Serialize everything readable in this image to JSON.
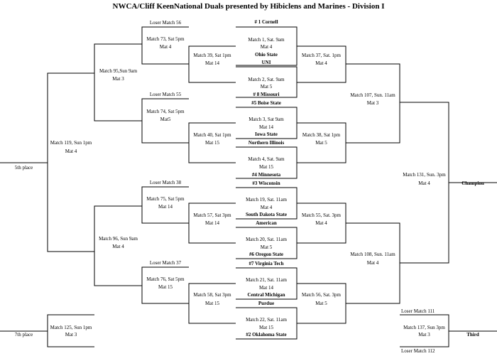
{
  "title": "NWCA/Cliff KeenNational Duals presented by Hibiclens and Marines - Division I",
  "teams": {
    "t1": "# 1  Cornell",
    "t2": "Ohio State",
    "t3": "UNI",
    "t4": "# 8 Missouri",
    "t5": "#5 Boise State",
    "t6": "Iowa State",
    "t7": "Northern Illinois",
    "t8": "#4 Minnesota",
    "t9": "#3 Wisconsin",
    "t10": "South Dakota State",
    "t11": "American",
    "t12": "#6 Oregon State",
    "t13": "#7 Virginia Tech",
    "t14": "Central Michigan",
    "t15": "Purdue",
    "t16": "#2  Oklahoma State"
  },
  "first_round": {
    "m1": {
      "time": "Match 1, Sat. 9am",
      "mat": "Mat 4"
    },
    "m2": {
      "time": "Match 2, Sat. 9am",
      "mat": "Mat 5"
    },
    "m3": {
      "time": "Match 3, Sat 9am",
      "mat": "Mat 14"
    },
    "m4": {
      "time": "Match 4, Sat. 9am",
      "mat": "Mat 15"
    },
    "m19": {
      "time": "Match 19, Sat. 11am",
      "mat": "Mat 4"
    },
    "m20": {
      "time": "Match 20, Sat. 11am",
      "mat": "Mat 5"
    },
    "m21": {
      "time": "Match 21, Sat. 11am",
      "mat": "Mat 14"
    },
    "m22": {
      "time": "Match 22, Sat. 11am",
      "mat": "Mat 15"
    }
  },
  "quarterfinals": {
    "m37": {
      "time": "Match 37, Sat. 1pm",
      "mat": "Mat 4"
    },
    "m38": {
      "time": "Match 38, Sat 1pm",
      "mat": "Mat 5"
    },
    "m55": {
      "time": "Match 55, Sat. 3pm",
      "mat": "Mat 4"
    },
    "m56": {
      "time": "Match 56, Sat. 3pm",
      "mat": "Mat 5"
    }
  },
  "semifinals": {
    "m107": {
      "time": "Match 107, Sun. 11am",
      "mat": "Mat 3"
    },
    "m108": {
      "time": "Match 108, Sun. 11am",
      "mat": "Mat 4"
    }
  },
  "final": {
    "time": "Match 131, Sun. 3pm",
    "mat": "Mat 4",
    "result": "Champion"
  },
  "third_place": {
    "loser_top": "Loser Match 111",
    "loser_bottom": "Loser Match 112",
    "time": "Match 137, Sun 3pm",
    "mat": "Mat 3",
    "result": "Third"
  },
  "consolation": {
    "losers": {
      "l56": "Loser Match 56",
      "l55": "Loser Match 55",
      "l38": "Loser Match 38",
      "l37": "Loser Match 37"
    },
    "m73": {
      "time": "Match 73, Sat 5pm",
      "mat": "Mat 4"
    },
    "m74": {
      "time": "Match 74, Sat 5pm",
      "mat": "Mat5"
    },
    "m75": {
      "time": "Match 75, Sat 5pm",
      "mat": "Mat 14"
    },
    "m76": {
      "time": "Match 76, Sat 5pm",
      "mat": "Mat 15"
    },
    "m39": {
      "time": "Match 39, Sat 1pm",
      "mat": "Mat 14"
    },
    "m40": {
      "time": "Match 40, Sat 1pm",
      "mat": "Mat 15"
    },
    "m57": {
      "time": "Match 57, Sat 3pm",
      "mat": "Mat 14"
    },
    "m58": {
      "time": "Match 58, Sat 3pm",
      "mat": "Mat 15"
    },
    "m95": {
      "time": "Match 95,Sun 9am",
      "mat": "Mat 3"
    },
    "m96": {
      "time": "Match 96, Sun 9am",
      "mat": "Mat 4"
    },
    "m119": {
      "time": "Match 119, Sun 1pm",
      "mat": "Mat 4",
      "result": "5th place"
    },
    "m125": {
      "time": "Match 125, Sun 1pm",
      "mat": "Mat 3",
      "result": "7th place"
    }
  }
}
